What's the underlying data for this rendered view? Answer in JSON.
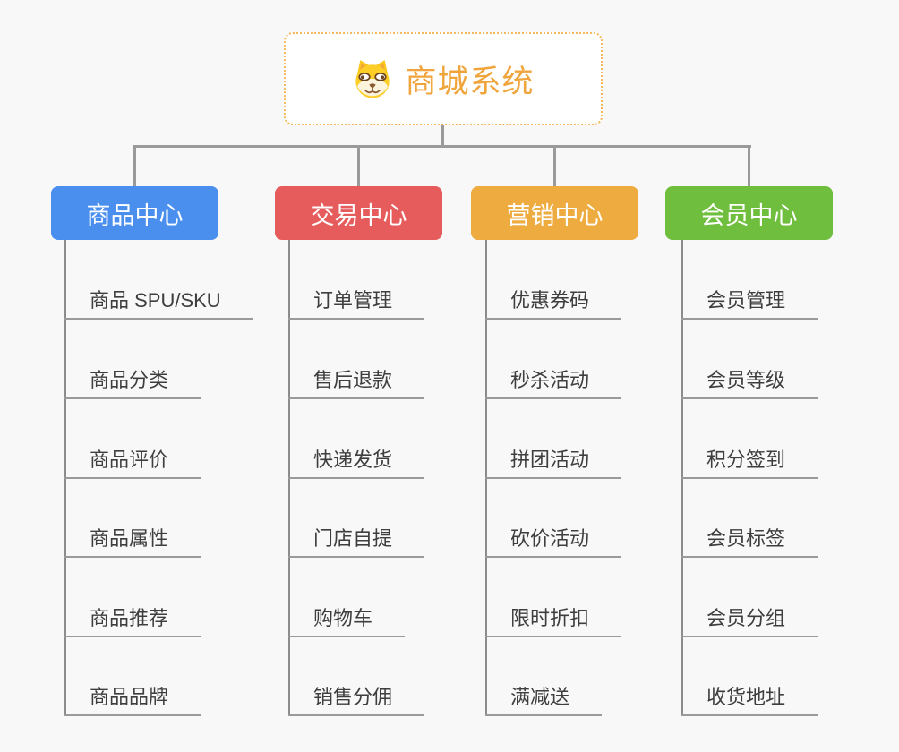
{
  "colors": {
    "background": "#F8F8F8",
    "connector": "#9A9A9A",
    "node_text": "#3E3E3E",
    "root_accent": "#F0A53C"
  },
  "root": {
    "title": "商城系统",
    "icon": "dog-face-icon"
  },
  "branches": [
    {
      "label": "商品中心",
      "color": "#4A8FEE",
      "children": [
        "商品 SPU/SKU",
        "商品分类",
        "商品评价",
        "商品属性",
        "商品推荐",
        "商品品牌"
      ]
    },
    {
      "label": "交易中心",
      "color": "#E65C5C",
      "children": [
        "订单管理",
        "售后退款",
        "快递发货",
        "门店自提",
        "购物车",
        "销售分佣"
      ]
    },
    {
      "label": "营销中心",
      "color": "#EEAC40",
      "children": [
        "优惠券码",
        "秒杀活动",
        "拼团活动",
        "砍价活动",
        "限时折扣",
        "满减送"
      ]
    },
    {
      "label": "会员中心",
      "color": "#70BE3E",
      "children": [
        "会员管理",
        "会员等级",
        "积分签到",
        "会员标签",
        "会员分组",
        "收货地址"
      ]
    }
  ]
}
